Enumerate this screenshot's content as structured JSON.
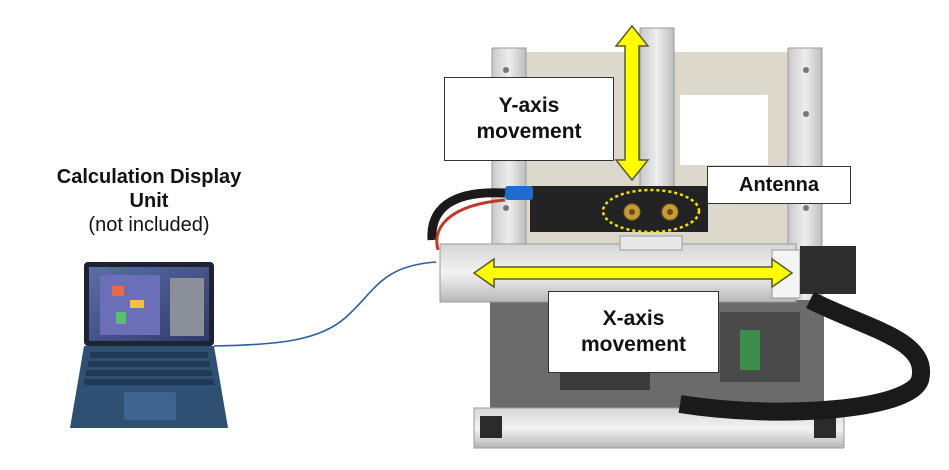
{
  "laptop": {
    "title_line1": "Calculation Display",
    "title_line2": "Unit",
    "note": "(not included)"
  },
  "labels": {
    "y_axis_line1": "Y-axis",
    "y_axis_line2": "movement",
    "antenna": "Antenna",
    "x_axis_line1": "X-axis",
    "x_axis_line2": "movement"
  },
  "colors": {
    "arrow_fill": "#ffff00",
    "arrow_stroke": "#5a5a2a",
    "highlight_ellipse": "#f2e600",
    "laptop_body": "#2f4f73",
    "cable": "#2b5fa0"
  }
}
